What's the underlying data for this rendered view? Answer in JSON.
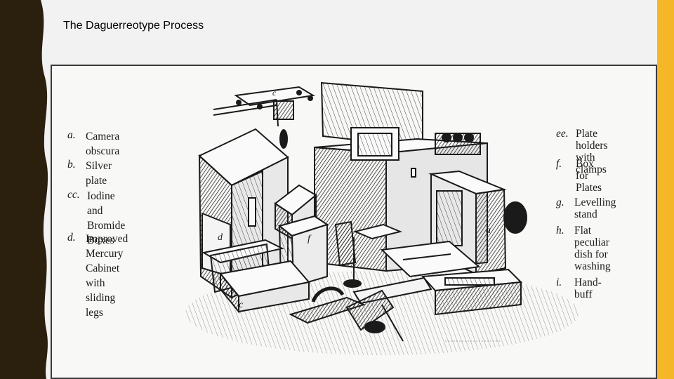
{
  "slide": {
    "title": "The Daguerreotype Process",
    "colors": {
      "left_strip": "#2b1f0e",
      "accent_bar": "#f5b727",
      "background": "#f2f2f2"
    }
  },
  "figure": {
    "legend_left": [
      {
        "letter": "a.",
        "text": "Camera obscura"
      },
      {
        "letter": "b.",
        "text": "Silver plate"
      },
      {
        "letter": "cc.",
        "text": "Iodine and\nBromide Boxes"
      },
      {
        "letter": "d.",
        "text": "Improved\nMercury Cabinet\nwith\nsliding legs"
      }
    ],
    "legend_right": [
      {
        "letter": "ee.",
        "text": "Plate holders\nwith clamps"
      },
      {
        "letter": "f.",
        "text": "Box\nfor Plates"
      },
      {
        "letter": "g.",
        "text": "Levelling stand"
      },
      {
        "letter": "h.",
        "text": "Flat peculiar\ndish for\nwashing"
      },
      {
        "letter": "i.",
        "text": "Hand-buff"
      }
    ],
    "callouts": [
      "c",
      "d",
      "f",
      "c",
      "a"
    ]
  }
}
